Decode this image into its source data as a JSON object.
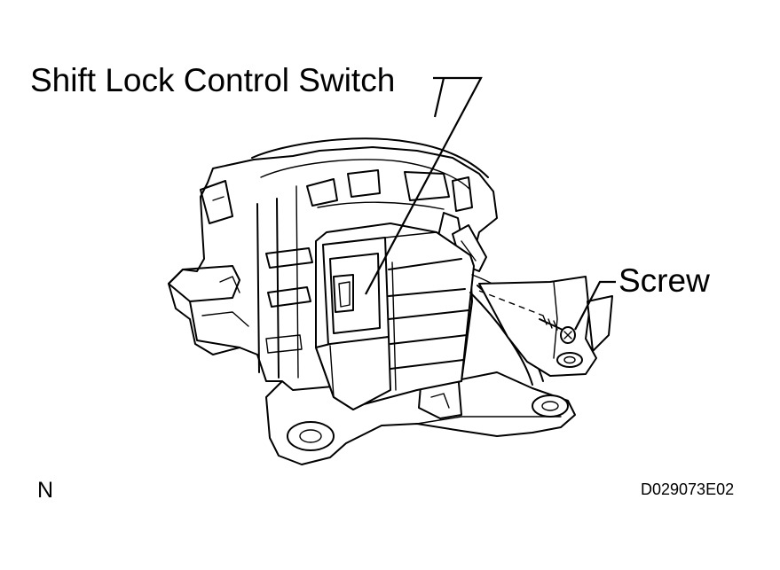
{
  "labels": {
    "shift_lock_switch": "Shift Lock Control Switch",
    "screw": "Screw",
    "orientation": "N",
    "drawing_code": "D029073E02"
  },
  "colors": {
    "ink": "#000000",
    "paper": "#ffffff"
  }
}
